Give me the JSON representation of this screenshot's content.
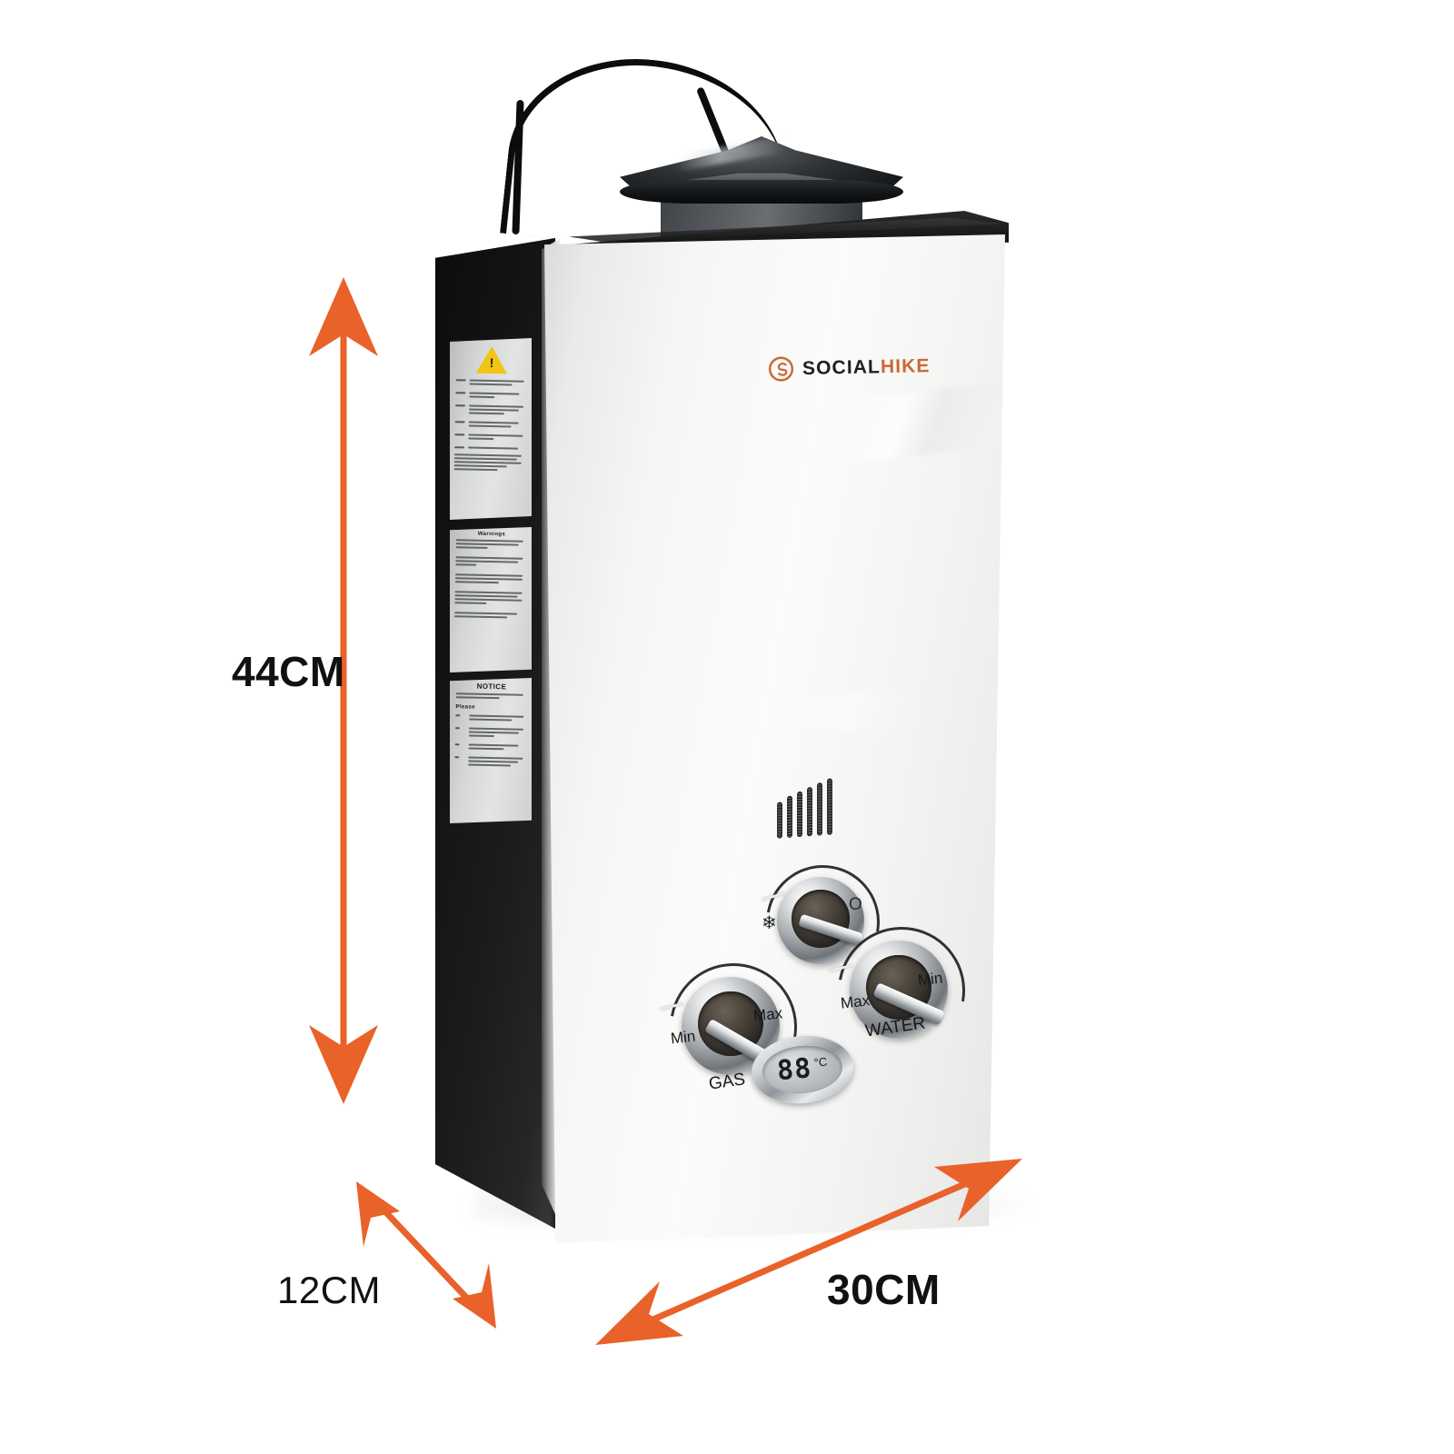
{
  "product": {
    "brand_social": "SOCIAL",
    "brand_hike": "HIKE",
    "logo_icon": "circular-s-monogram-icon",
    "accent_color": "#E8622A",
    "brand_orange": "#C96A34",
    "body_color": "#F6F6F5",
    "side_panel_color": "#151515"
  },
  "dimensions": {
    "height_label": "44CM",
    "width_label": "30CM",
    "depth_label": "12CM",
    "arrow_color": "#E8622A"
  },
  "controls": {
    "mode_knob": {
      "name": "summer-winter-mode-knob",
      "off_marking": "O",
      "snowflake_marking": "❄"
    },
    "gas_knob": {
      "name": "gas-control-knob",
      "label": "GAS",
      "min_label": "Min",
      "max_label": "Max"
    },
    "water_knob": {
      "name": "water-control-knob",
      "label": "WATER",
      "min_label": "Min",
      "max_label": "Max"
    },
    "display": {
      "name": "temperature-display",
      "value": "88",
      "unit": "°C"
    }
  },
  "labels": {
    "warning_sticker": {
      "title": "",
      "icon": "hazard-triangle-icon"
    },
    "warnings_sticker": {
      "title": "Warnings"
    },
    "notice_sticker": {
      "title": "NOTICE",
      "subtitle": "Please"
    }
  },
  "parts": {
    "rain_cap": "flue-rain-cap",
    "flue_collar": "flue-collar",
    "cable": "ignition-cable",
    "vent_grille": "vent-grille",
    "top_plate": "top-plate"
  }
}
